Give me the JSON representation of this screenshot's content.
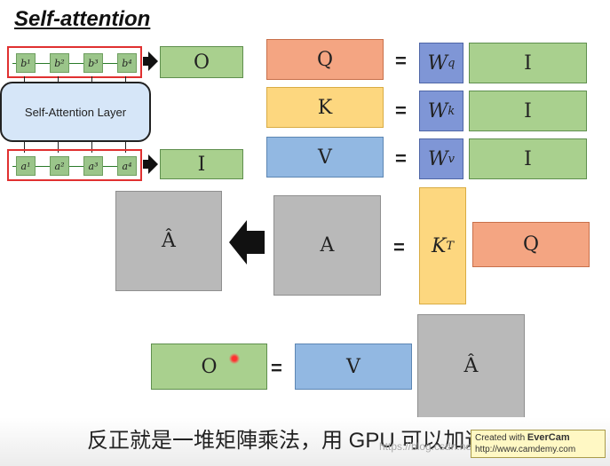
{
  "title": "Self-attention",
  "layer_label": "Self-Attention Layer",
  "outputs": [
    "b¹",
    "b²",
    "b³",
    "b⁴"
  ],
  "inputs": [
    "a¹",
    "a²",
    "a³",
    "a⁴"
  ],
  "left_boxes": {
    "output": "O",
    "input": "I"
  },
  "eq_sign": "=",
  "qkv": [
    {
      "lhs": "Q",
      "w": "W",
      "w_sup": "q",
      "rhs": "I"
    },
    {
      "lhs": "K",
      "w": "W",
      "w_sup": "k",
      "rhs": "I"
    },
    {
      "lhs": "V",
      "w": "W",
      "w_sup": "v",
      "rhs": "I"
    }
  ],
  "attention": {
    "a_hat": "Â",
    "a": "A",
    "kt": "K",
    "kt_sup": "T",
    "q": "Q"
  },
  "output_eq": {
    "o": "O",
    "v": "V",
    "a_hat": "Â"
  },
  "subtitle": "反正就是一堆矩陣乘法，用 GPU 可以加速",
  "watermark": "https://blog.csdn.net/qq_36560894",
  "evercam": {
    "line1_prefix": "Created with ",
    "line1_brand": "EverCam",
    "line2": "http://www.camdemy.com"
  }
}
